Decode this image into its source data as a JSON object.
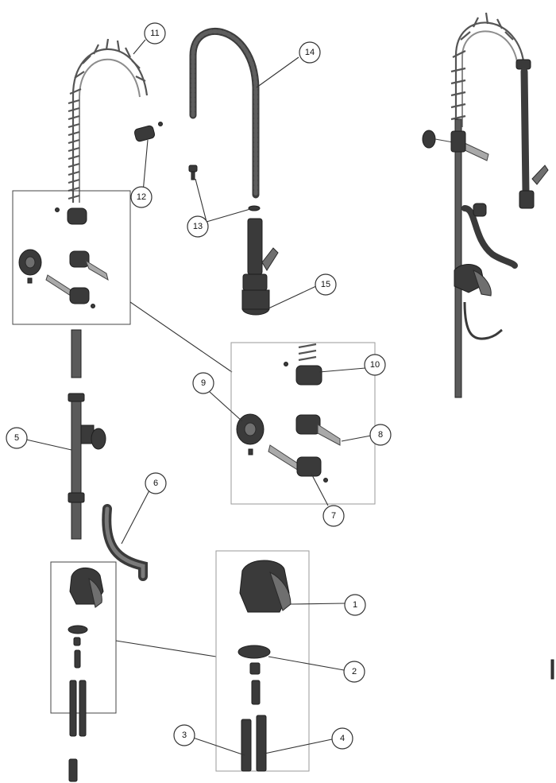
{
  "diagram": {
    "callouts": [
      {
        "id": "c1",
        "label": "1"
      },
      {
        "id": "c2",
        "label": "2"
      },
      {
        "id": "c3",
        "label": "3"
      },
      {
        "id": "c4",
        "label": "4"
      },
      {
        "id": "c5",
        "label": "5"
      },
      {
        "id": "c6",
        "label": "6"
      },
      {
        "id": "c7",
        "label": "7"
      },
      {
        "id": "c8",
        "label": "8"
      },
      {
        "id": "c9",
        "label": "9"
      },
      {
        "id": "c10",
        "label": "10"
      },
      {
        "id": "c11",
        "label": "11"
      },
      {
        "id": "c12",
        "label": "12"
      },
      {
        "id": "c13",
        "label": "13"
      },
      {
        "id": "c14",
        "label": "14"
      },
      {
        "id": "c15",
        "label": "15"
      }
    ]
  },
  "colors": {
    "line": "#333333",
    "part_dark": "#3a3a3a",
    "part_mid": "#6f6f6f",
    "background": "#ffffff"
  }
}
